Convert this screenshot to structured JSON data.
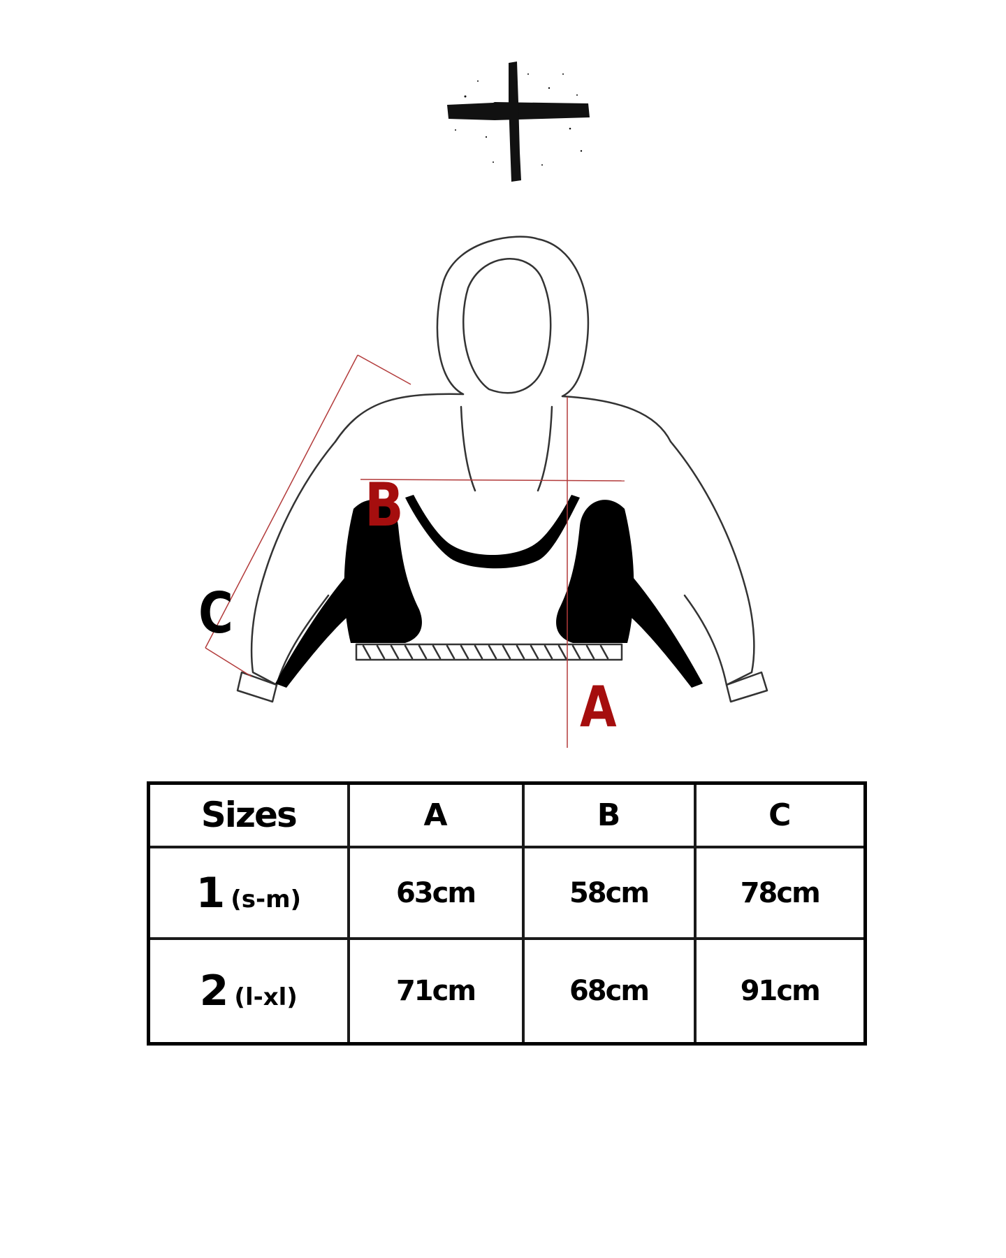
{
  "labels": {
    "a": "A",
    "b": "B",
    "c": "C"
  },
  "colors": {
    "label_red": "#a50e0e",
    "line_red": "#b23a3a",
    "ink": "#000000"
  },
  "table": {
    "header": {
      "sizes": "Sizes",
      "a": "A",
      "b": "B",
      "c": "C"
    },
    "rows": [
      {
        "num": "1",
        "range": "(s-m)",
        "a": "63cm",
        "b": "58cm",
        "c": "78cm"
      },
      {
        "num": "2",
        "range": "(l-xl)",
        "a": "71cm",
        "b": "68cm",
        "c": "91cm"
      }
    ]
  }
}
